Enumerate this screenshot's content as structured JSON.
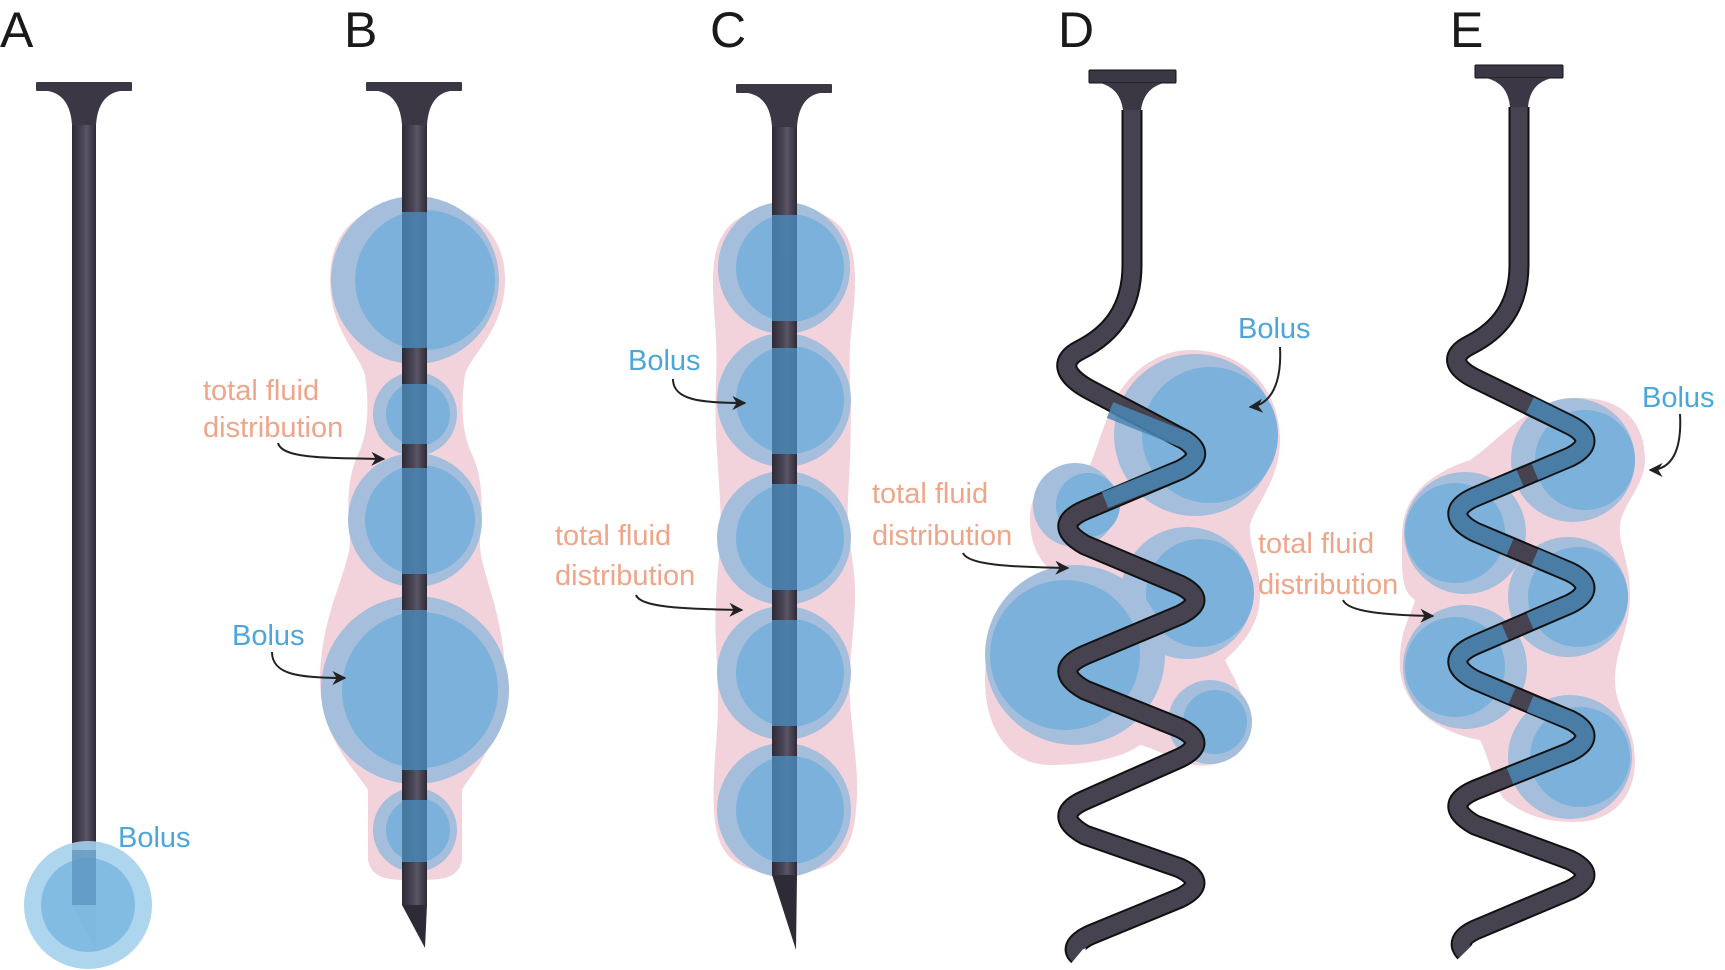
{
  "figure": {
    "colors": {
      "envelope": "#f2d3dc",
      "bolus_outer": "#a4bedc",
      "bolus_inner": "#7bb1da",
      "needle": "#3b3745",
      "needle_in_fluid": "#4a87b5",
      "bolus_text": "#4ba6dc",
      "fluid_text": "#eea68a"
    },
    "panels": [
      {
        "id": "A",
        "label": "A",
        "needle_type": "straight",
        "bolus_count": 1,
        "annotations": {
          "bolus": "Bolus"
        }
      },
      {
        "id": "B",
        "label": "B",
        "needle_type": "straight-multiport",
        "bolus_count": 5,
        "annotations": {
          "bolus": "Bolus",
          "fluid_line1": "total fluid",
          "fluid_line2": "distribution"
        }
      },
      {
        "id": "C",
        "label": "C",
        "needle_type": "straight-multiport",
        "bolus_count": 5,
        "annotations": {
          "bolus": "Bolus",
          "fluid_line1": "total fluid",
          "fluid_line2": "distribution"
        }
      },
      {
        "id": "D",
        "label": "D",
        "needle_type": "helical",
        "bolus_count": 5,
        "annotations": {
          "bolus": "Bolus",
          "fluid_line1": "total fluid",
          "fluid_line2": "distribution"
        }
      },
      {
        "id": "E",
        "label": "E",
        "needle_type": "helical",
        "bolus_count": 5,
        "annotations": {
          "bolus": "Bolus",
          "fluid_line1": "total fluid",
          "fluid_line2": "distribution"
        }
      }
    ]
  }
}
